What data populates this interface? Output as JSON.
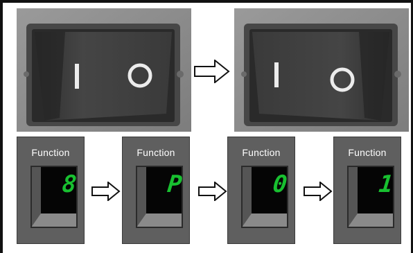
{
  "rocker_switches": {
    "before": {
      "mark_i": "I",
      "mark_o": "O",
      "pressed_side": "I"
    },
    "after": {
      "mark_i": "I",
      "mark_o": "O",
      "pressed_side": "O"
    }
  },
  "function_displays": [
    {
      "label": "Function",
      "value": "8"
    },
    {
      "label": "Function",
      "value": "P"
    },
    {
      "label": "Function",
      "value": "0"
    },
    {
      "label": "Function",
      "value": "1"
    }
  ],
  "colors": {
    "digit": "#18c030",
    "panel": "#5f5f5f",
    "housing": "#4a4a4a",
    "rocker": "#3f3f3f"
  }
}
